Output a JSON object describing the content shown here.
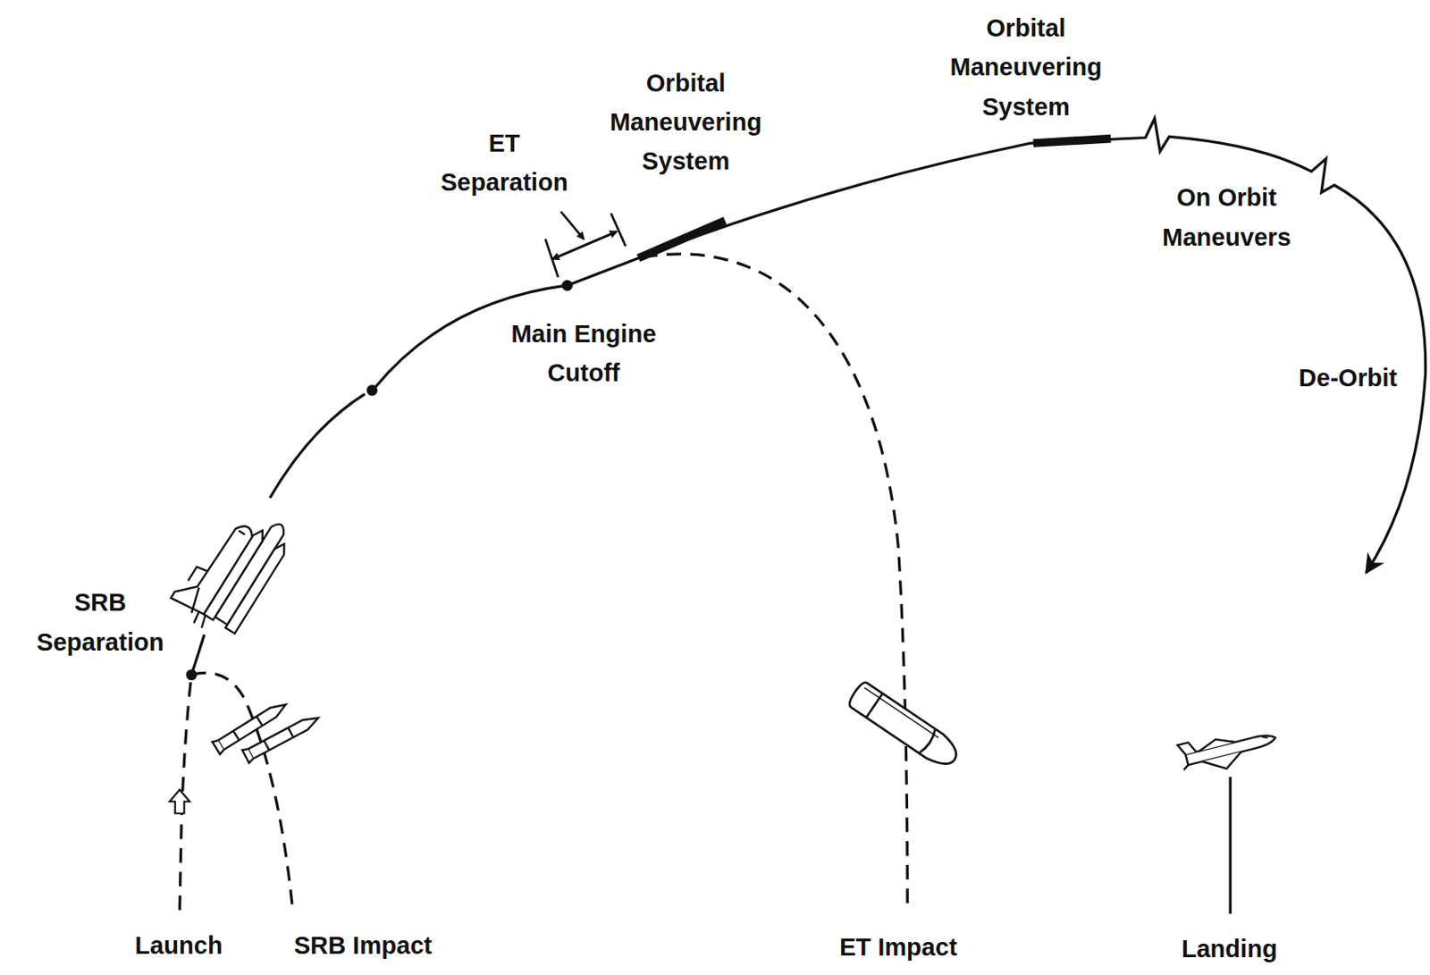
{
  "diagram": {
    "labels": [
      "Orbital Maneuvering System",
      "Orbital Maneuvering System",
      "ET Separation",
      "On Orbit Maneuvers",
      "Main Engine Cutoff",
      "De-Orbit",
      "SRB Separation",
      "Launch",
      "SRB Impact",
      "ET Impact",
      "Landing"
    ]
  }
}
